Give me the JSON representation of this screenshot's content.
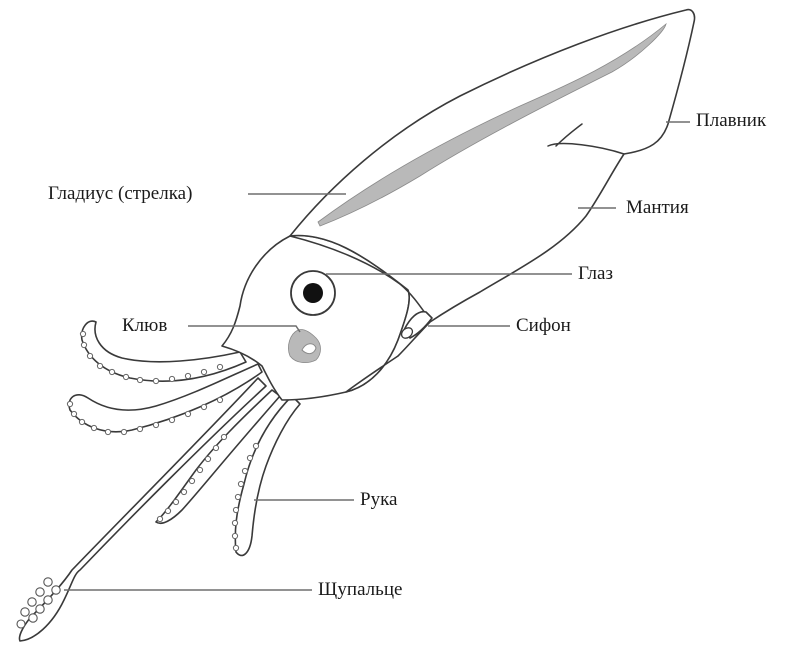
{
  "labels": {
    "fin": "Плавник",
    "gladius": "Гладиус (стрелка)",
    "mantle": "Мантия",
    "eye": "Глаз",
    "beak": "Клюв",
    "siphon": "Сифон",
    "arm": "Рука",
    "tentacle": "Щупальце"
  },
  "colors": {
    "outline": "#3a3a3a",
    "gladius_fill": "#b9b9b9",
    "leader": "#6e6e6e",
    "text": "#1a1a1a"
  }
}
